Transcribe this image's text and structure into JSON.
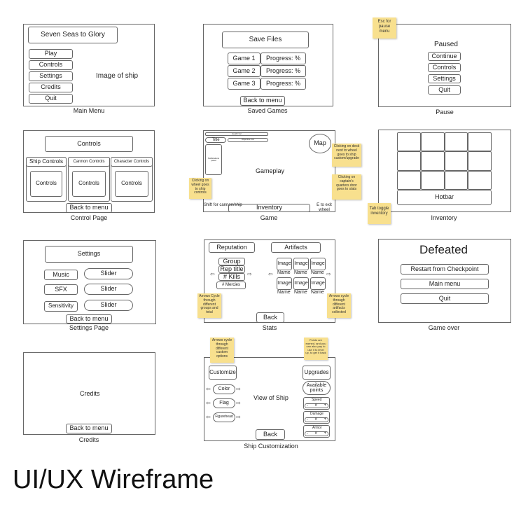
{
  "page_title": "UI/UX Wireframe",
  "main_menu": {
    "caption": "Main Menu",
    "title": "Seven Seas to Glory",
    "buttons": [
      "Play",
      "Controls",
      "Settings",
      "Credits",
      "Quit"
    ],
    "image_text": "Image of ship"
  },
  "saved_games": {
    "caption": "Saved Games",
    "title": "Save Files",
    "games": [
      {
        "name": "Game 1",
        "progress": "Progress: %"
      },
      {
        "name": "Game 2",
        "progress": "Progress: %"
      },
      {
        "name": "Game 3",
        "progress": "Progress: %"
      }
    ],
    "back": "Back to menu"
  },
  "pause": {
    "caption": "Pause",
    "title": "Paused",
    "buttons": [
      "Continue",
      "Controls",
      "Settings",
      "Quit"
    ],
    "note": "Esc for pause menu"
  },
  "control_page": {
    "caption": "Control Page",
    "title": "Controls",
    "sections": [
      {
        "header": "Ship Controls",
        "inner": "Controls"
      },
      {
        "header": "Cannon Controls",
        "inner": "Controls"
      },
      {
        "header": "Character Controls",
        "inner": "Controls"
      }
    ],
    "back": "Back to menu"
  },
  "game": {
    "caption": "Game",
    "center": "Gameplay",
    "map": "Map",
    "title_box": "Title",
    "small_bar_top": "Health bar",
    "small_bar_mid": "Objective box",
    "left_panel": "Notifications panel",
    "inventory": "Inventory",
    "shift_label": "Shift for cannon/ship",
    "exit_label": "E to exit wheel",
    "note_left": "Clicking on wheel goes to ship controls",
    "note_right_top": "Clicking on desk next to wheel goes to ship custom/upgrade",
    "note_right_bottom": "Clicking on captain's quarters door goes to stats"
  },
  "inventory": {
    "caption": "Inventory",
    "hotbar": "Hotbar",
    "note": "Tab toggle inventory"
  },
  "settings": {
    "caption": "Settings Page",
    "title": "Settings",
    "rows": [
      {
        "label": "Music",
        "control": "Slider"
      },
      {
        "label": "SFX",
        "control": "Slider"
      },
      {
        "label": "Sensitivity",
        "control": "Slider"
      }
    ],
    "back": "Back to menu"
  },
  "stats": {
    "caption": "Stats",
    "reputation": "Reputation",
    "artifacts": "Artifacts",
    "group": "Group",
    "rep_title": "Rep title",
    "kills": "# Kills",
    "mercies": "# Mercies",
    "image_label": "Image",
    "name_label": "Name",
    "back": "Back",
    "note_left": "Arrows Cycle through different groups and total",
    "note_right": "Arrows cycle through different artifacts collected"
  },
  "game_over": {
    "caption": "Game over",
    "title": "Defeated",
    "buttons": [
      "Restart from Checkpoint",
      "Main menu",
      "Quit"
    ]
  },
  "credits": {
    "caption": "Credits",
    "center": "Credits",
    "back": "Back to menu"
  },
  "ship_custom": {
    "caption": "Ship Customization",
    "customize": "Customize",
    "options": [
      "Color",
      "Flag",
      "Figurehead"
    ],
    "view": "View of Ship",
    "upgrades": "Upgrades",
    "available": "Available points",
    "stats": [
      "Speed",
      "Damage",
      "Armor"
    ],
    "stepper_minus": "-",
    "stepper_value": "#",
    "stepper_plus": "+",
    "back": "Back",
    "note_left": "Arrows cycle through different custom options",
    "note_right": "Points are earned, and you can also pay to use it to level up, to get it back"
  }
}
